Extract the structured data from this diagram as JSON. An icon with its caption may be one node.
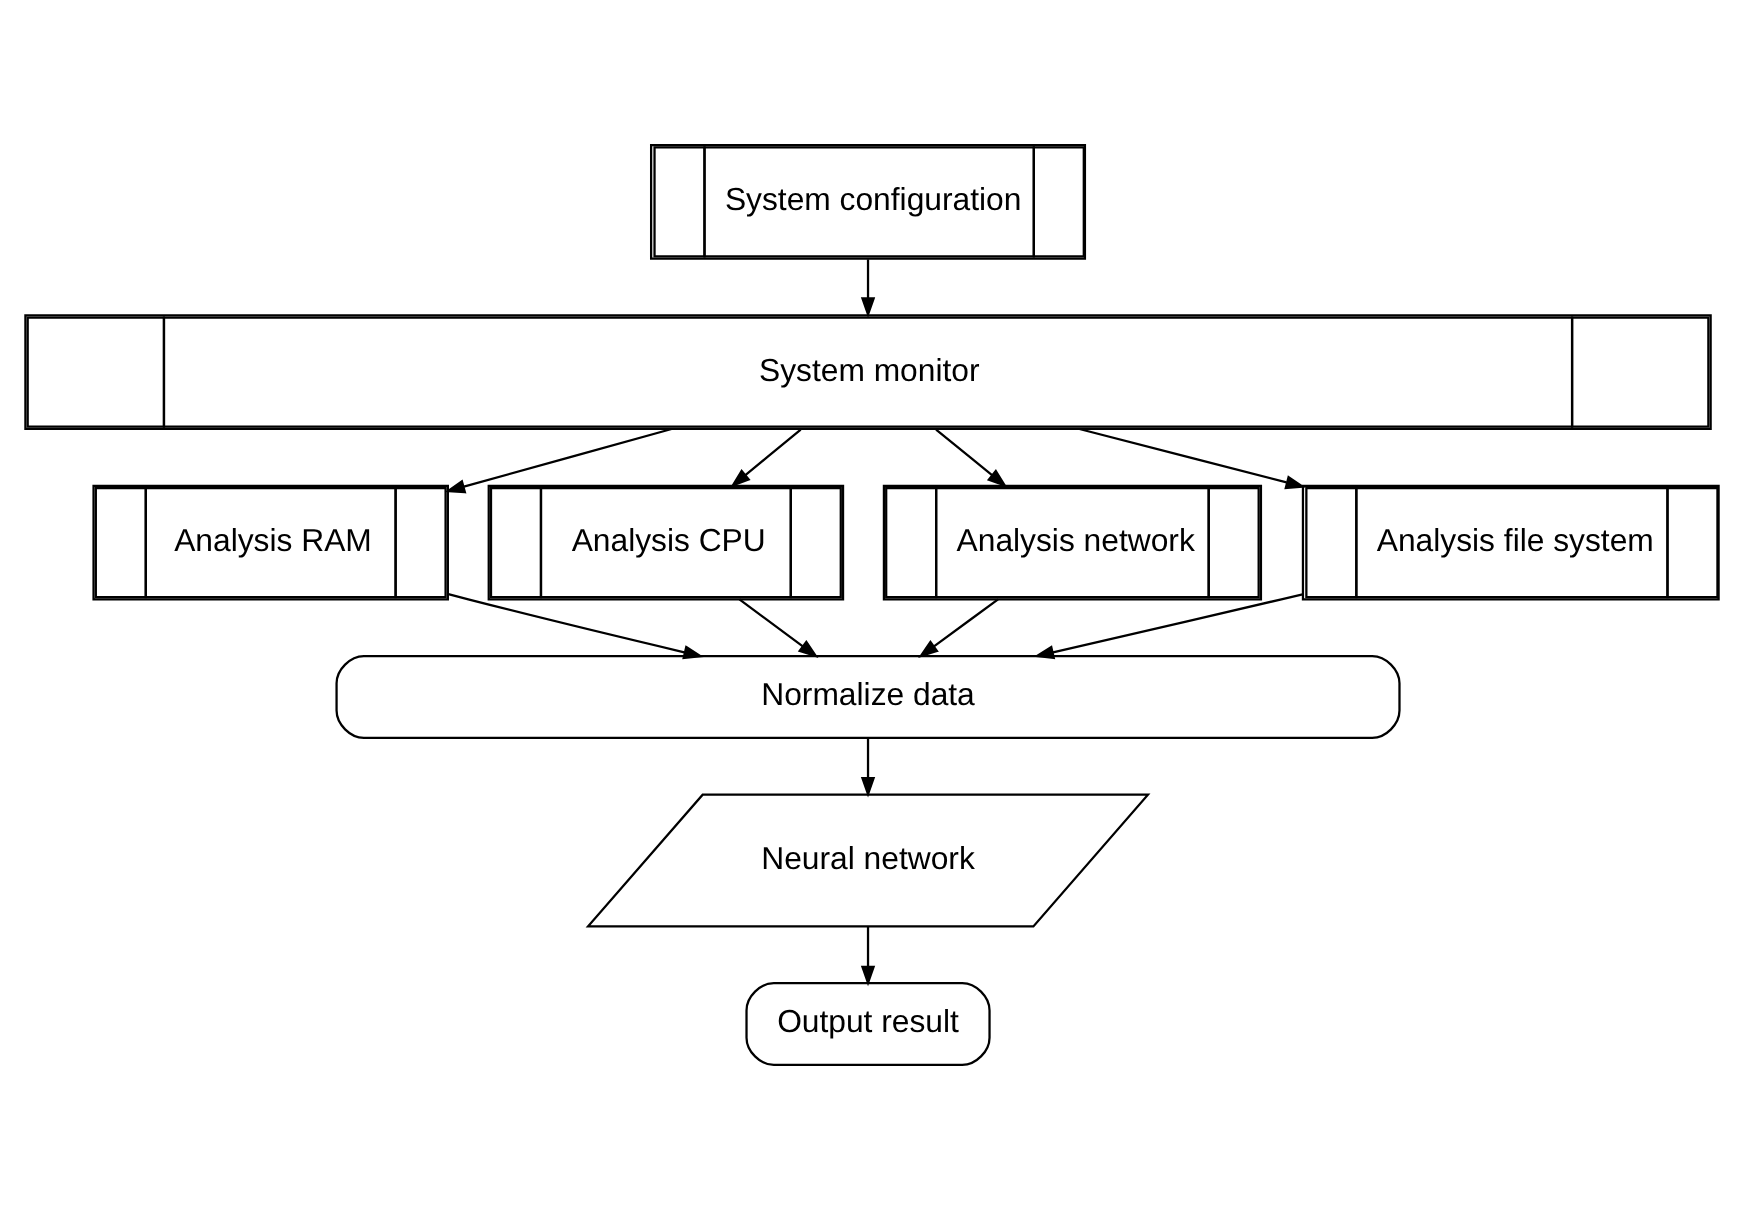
{
  "diagram": {
    "nodes": [
      {
        "text": [
          "System configuration"
        ]
      },
      {
        "text": [
          "System monitor"
        ]
      },
      {
        "text": [
          "Analysis RAM"
        ]
      },
      {
        "text": [
          "Analysis CPU"
        ]
      },
      {
        "text": [
          "Analysis network"
        ]
      },
      {
        "text": [
          "Analysis file system"
        ]
      },
      {
        "text": [
          "Normalize data"
        ]
      },
      {
        "text": [
          "Neural network"
        ]
      },
      {
        "text": [
          "Output result"
        ]
      }
    ],
    "edges": [
      {
        "from": 0,
        "to": 1,
        "arrow": "to"
      },
      {
        "from": 1,
        "to": 2,
        "arrow": "to"
      },
      {
        "from": 1,
        "to": 3,
        "arrow": "to"
      },
      {
        "from": 1,
        "to": 4,
        "arrow": "to"
      },
      {
        "from": 1,
        "to": 5,
        "arrow": "to"
      },
      {
        "from": 2,
        "to": 6,
        "arrow": "to"
      },
      {
        "from": 3,
        "to": 6,
        "arrow": "to"
      },
      {
        "from": 4,
        "to": 6,
        "arrow": "to"
      },
      {
        "from": 5,
        "to": 6,
        "arrow": "to"
      },
      {
        "from": 6,
        "to": 7,
        "arrow": "to"
      },
      {
        "from": 7,
        "to": 8,
        "arrow": "to"
      }
    ]
  }
}
